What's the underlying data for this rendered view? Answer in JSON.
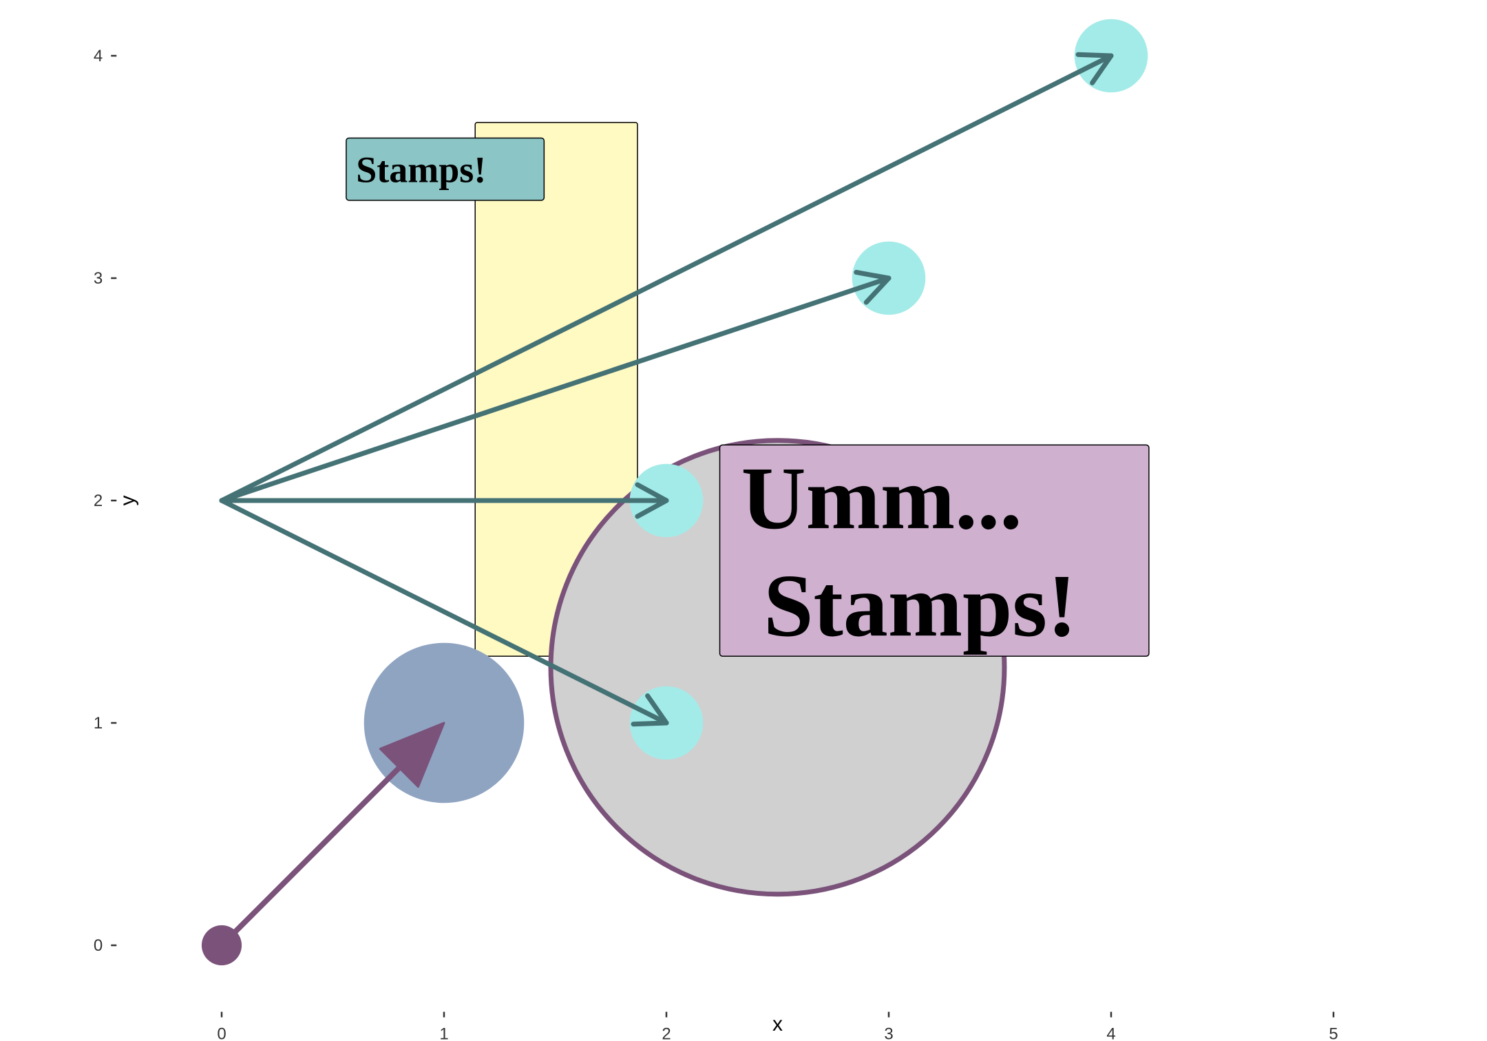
{
  "chart_data": {
    "type": "scatter",
    "title": "",
    "xlabel": "x",
    "ylabel": "y",
    "xlim": [
      -0.25,
      5.45
    ],
    "ylim": [
      -0.2,
      4.15
    ],
    "x_ticks": [
      0,
      1,
      2,
      3,
      4,
      5
    ],
    "y_ticks": [
      0,
      1,
      2,
      3,
      4
    ],
    "x_tick_labels": [
      "0",
      "1",
      "2",
      "3",
      "4",
      "5"
    ],
    "y_tick_labels": [
      "0",
      "1",
      "2",
      "3",
      "4"
    ],
    "grid": false,
    "layers": {
      "rect": {
        "xmin": 1.14,
        "xmax": 1.87,
        "ymin": 1.3,
        "ymax": 3.7,
        "fill": "#FFF9C2",
        "stroke": "#000000"
      },
      "big_circle": {
        "x": 2.5,
        "y": 1.25,
        "r": 1.02,
        "fill": "#D0D0D0",
        "stroke": "#7A527A"
      },
      "blue_circle": {
        "x": 1,
        "y": 1,
        "r": 0.36,
        "fill": "#8FA4C1"
      },
      "origin_point": {
        "x": 0,
        "y": 0,
        "r": 0.09,
        "fill": "#7A527A"
      },
      "purple_arrow": {
        "from": [
          0,
          0
        ],
        "to": [
          1,
          1
        ],
        "color": "#7A527A"
      },
      "target_points": {
        "color": "#A3EBE8",
        "r": 0.165,
        "points": [
          {
            "x": 2,
            "y": 1
          },
          {
            "x": 2,
            "y": 2
          },
          {
            "x": 3,
            "y": 3
          },
          {
            "x": 4,
            "y": 4
          }
        ]
      },
      "teal_arrows": {
        "color": "#447275",
        "from": [
          0,
          2
        ],
        "to": [
          [
            2,
            1
          ],
          [
            2,
            2
          ],
          [
            3,
            3
          ],
          [
            4,
            4
          ]
        ]
      },
      "labels": [
        {
          "lines": [
            "Stamps!"
          ],
          "xmin": 0.56,
          "xmax": 1.45,
          "ymin": 3.35,
          "ymax": 3.63,
          "fill": "#8CC5C5",
          "size": 54
        },
        {
          "lines": [
            "Umm...",
            " Stamps!"
          ],
          "xmin": 2.24,
          "xmax": 4.17,
          "ymin": 1.3,
          "ymax": 2.25,
          "fill": "#CFB1CF",
          "size": 130
        }
      ]
    }
  }
}
